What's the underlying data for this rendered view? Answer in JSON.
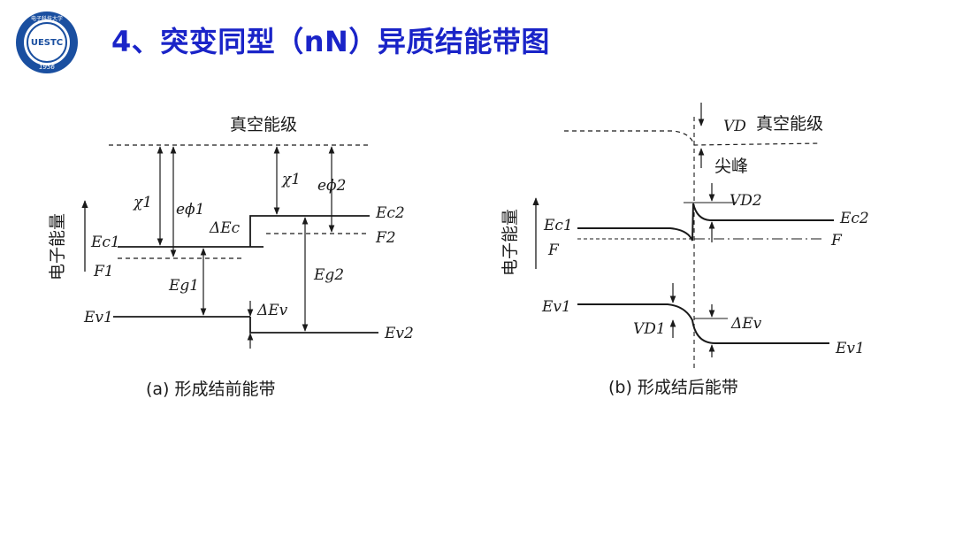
{
  "title": "4、突变同型（nN）异质结能带图",
  "logo": {
    "text": "UESTC",
    "year": "1956",
    "ring_text": "电子科技大学",
    "color": "#1a4fa0"
  },
  "accent_color": "#1a24c8",
  "diagram_a": {
    "caption": "(a) 形成结前能带",
    "vacuum_label": "真空能级",
    "energy_axis_label": "电子能量",
    "labels": {
      "chi1_left": "χ1",
      "ephi1": "eϕ1",
      "chi1_right": "χ1",
      "ephi2": "eϕ2",
      "delta_ec": "ΔEc",
      "ec1": "Ec1",
      "f1": "F1",
      "eg1": "Eg1",
      "ev1": "Ev1",
      "delta_ev": "ΔEv",
      "ec2": "Ec2",
      "f2": "F2",
      "eg2": "Eg2",
      "ev2": "Ev2"
    }
  },
  "diagram_b": {
    "caption": "(b) 形成结后能带",
    "vacuum_label": "真空能级",
    "spike_label": "尖峰",
    "energy_axis_label": "电子能量",
    "labels": {
      "vd": "VD",
      "vd2": "VD2",
      "ec1": "Ec1",
      "ec2": "Ec2",
      "f_left": "F",
      "f_right": "F",
      "ev1_left": "Ev1",
      "vd1": "VD1",
      "delta_ev": "ΔEv",
      "ev1_right": "Ev1"
    }
  }
}
